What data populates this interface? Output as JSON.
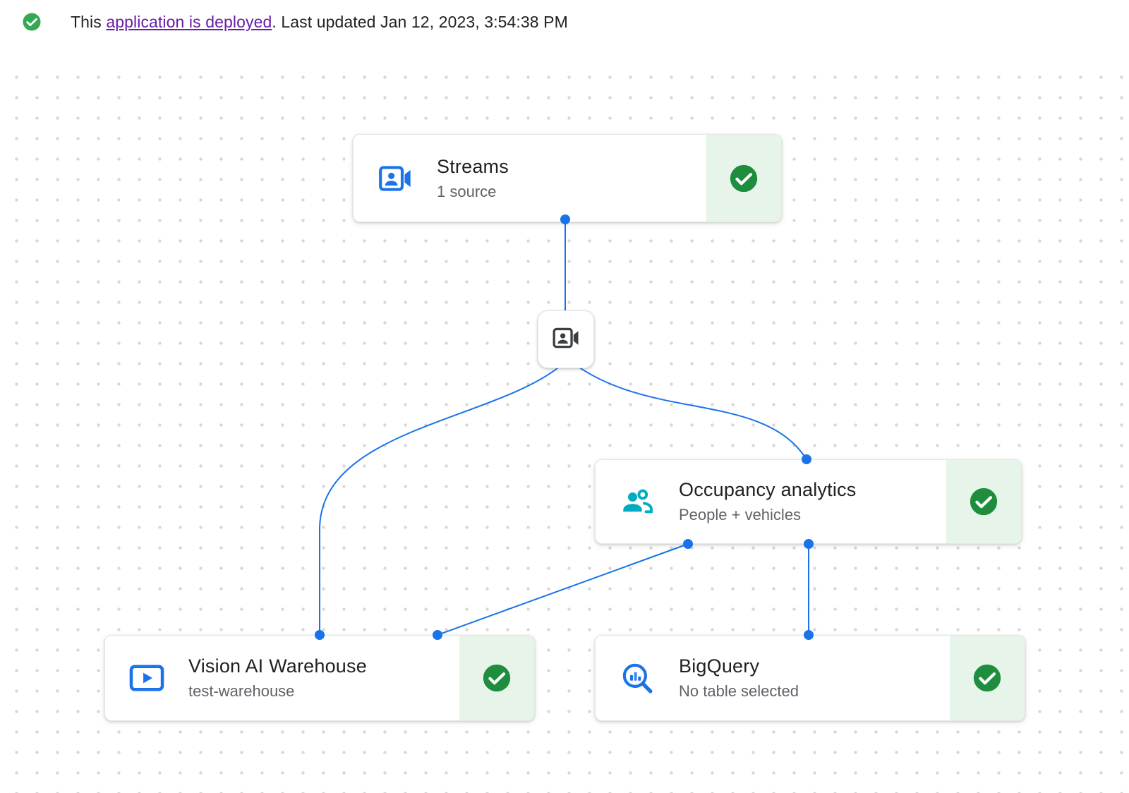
{
  "banner": {
    "status_icon": "check-circle",
    "prefix": "This ",
    "link_text": "application is deployed",
    "suffix": ". Last updated Jan 12, 2023, 3:54:38 PM"
  },
  "nodes": {
    "streams": {
      "title": "Streams",
      "subtitle": "1 source",
      "icon": "video-camera-front",
      "status_icon": "check-circle"
    },
    "processor": {
      "icon": "video-camera-front"
    },
    "occupancy": {
      "title": "Occupancy analytics",
      "subtitle": "People + vehicles",
      "icon": "people-group",
      "status_icon": "check-circle"
    },
    "warehouse": {
      "title": "Vision AI Warehouse",
      "subtitle": "test-warehouse",
      "icon": "smart-display",
      "status_icon": "check-circle"
    },
    "bigquery": {
      "title": "BigQuery",
      "subtitle": "No table selected",
      "icon": "bigquery-magnifier",
      "status_icon": "check-circle"
    }
  },
  "edges": [
    {
      "from": "streams",
      "to": "processor"
    },
    {
      "from": "processor",
      "to": "warehouse"
    },
    {
      "from": "processor",
      "to": "occupancy"
    },
    {
      "from": "occupancy",
      "to": "warehouse"
    },
    {
      "from": "occupancy",
      "to": "bigquery"
    }
  ],
  "colors": {
    "edge_blue": "#1a73e8",
    "success_green": "#1e8e3e",
    "banner_green": "#34a853",
    "status_bg": "#e6f4ea",
    "link_purple": "#681da8",
    "icon_teal": "#00acc1"
  }
}
